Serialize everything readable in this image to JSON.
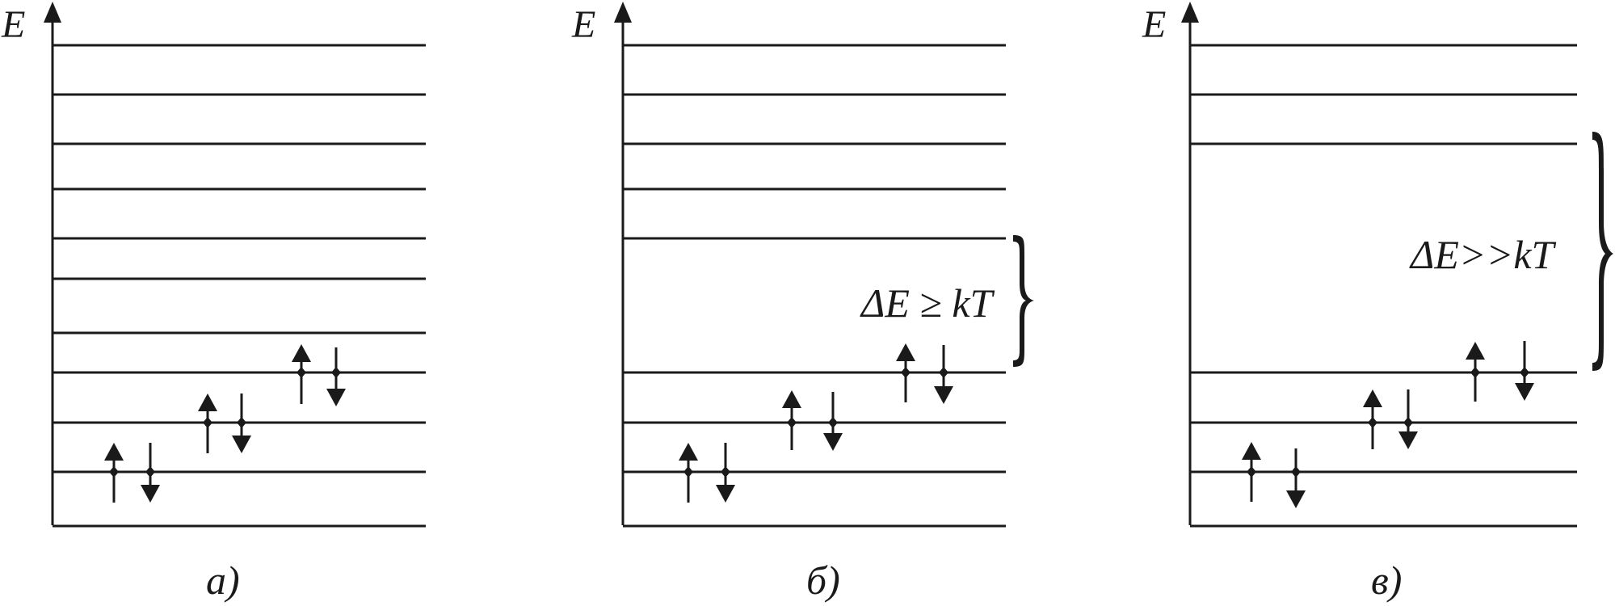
{
  "axis_label": "E",
  "panels": [
    {
      "id": "a",
      "caption": "а)",
      "gap_label": "",
      "levels": 10
    },
    {
      "id": "b",
      "caption": "б)",
      "gap_label": "ΔE ≥ kT",
      "levels": 8
    },
    {
      "id": "v",
      "caption": "в)",
      "gap_label": "ΔE>>kT",
      "levels": 6
    }
  ],
  "colors": {
    "ink": "#1a1a1a",
    "background": "#ffffff"
  }
}
